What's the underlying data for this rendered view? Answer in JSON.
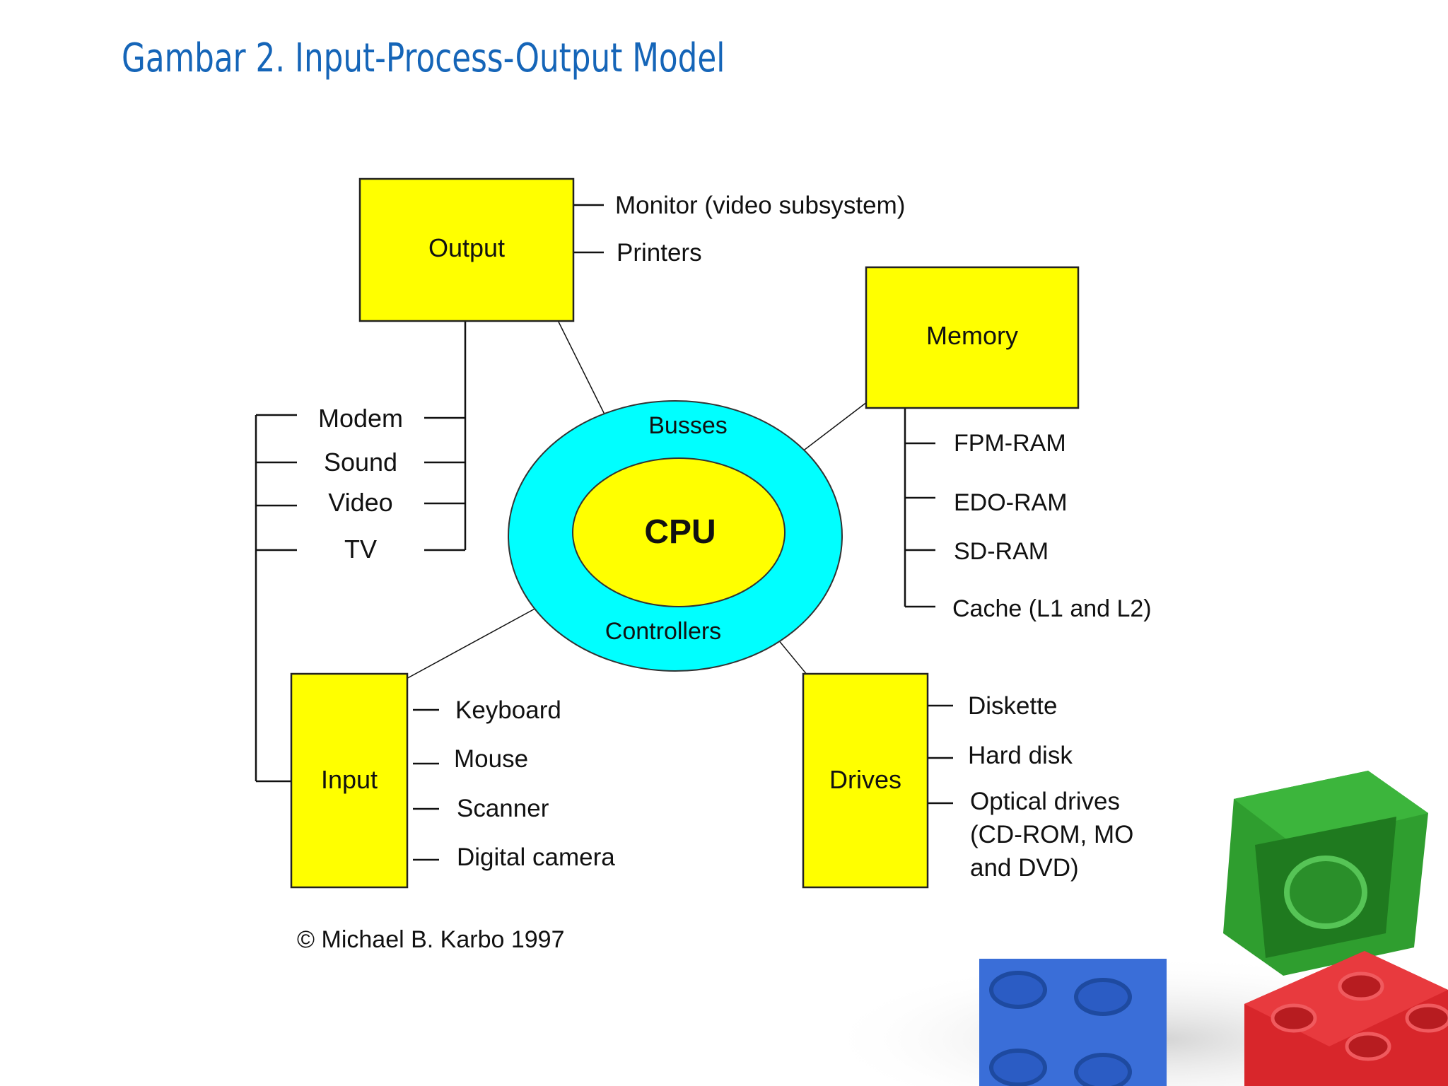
{
  "slide": {
    "title": "Gambar 2. Input-Process-Output Model"
  },
  "diagram": {
    "colors": {
      "box_fill": "#ffff00",
      "ring_fill": "#00ffff",
      "cpu_fill": "#ffff00",
      "title_color": "#1565b8"
    },
    "cpu": {
      "label": "CPU",
      "ring_top_label": "Busses",
      "ring_bottom_label": "Controllers"
    },
    "output": {
      "label": "Output",
      "items": [
        "Monitor (video subsystem)",
        "Printers"
      ],
      "adapters": [
        "Modem",
        "Sound",
        "Video",
        "TV"
      ]
    },
    "memory": {
      "label": "Memory",
      "items": [
        "FPM-RAM",
        "EDO-RAM",
        "SD-RAM",
        "Cache (L1 and L2)"
      ]
    },
    "input": {
      "label": "Input",
      "items": [
        "Keyboard",
        "Mouse",
        "Scanner",
        "Digital camera"
      ]
    },
    "drives": {
      "label": "Drives",
      "items": [
        "Diskette",
        "Hard disk"
      ],
      "optical_lines": [
        "Optical drives",
        "(CD-ROM, MO",
        "and DVD)"
      ]
    },
    "copyright": "©  Michael B. Karbo 1997"
  },
  "decor": {
    "brick_icons": [
      "green-lego-brick-icon",
      "blue-lego-brick-icon",
      "red-lego-brick-icon"
    ]
  }
}
